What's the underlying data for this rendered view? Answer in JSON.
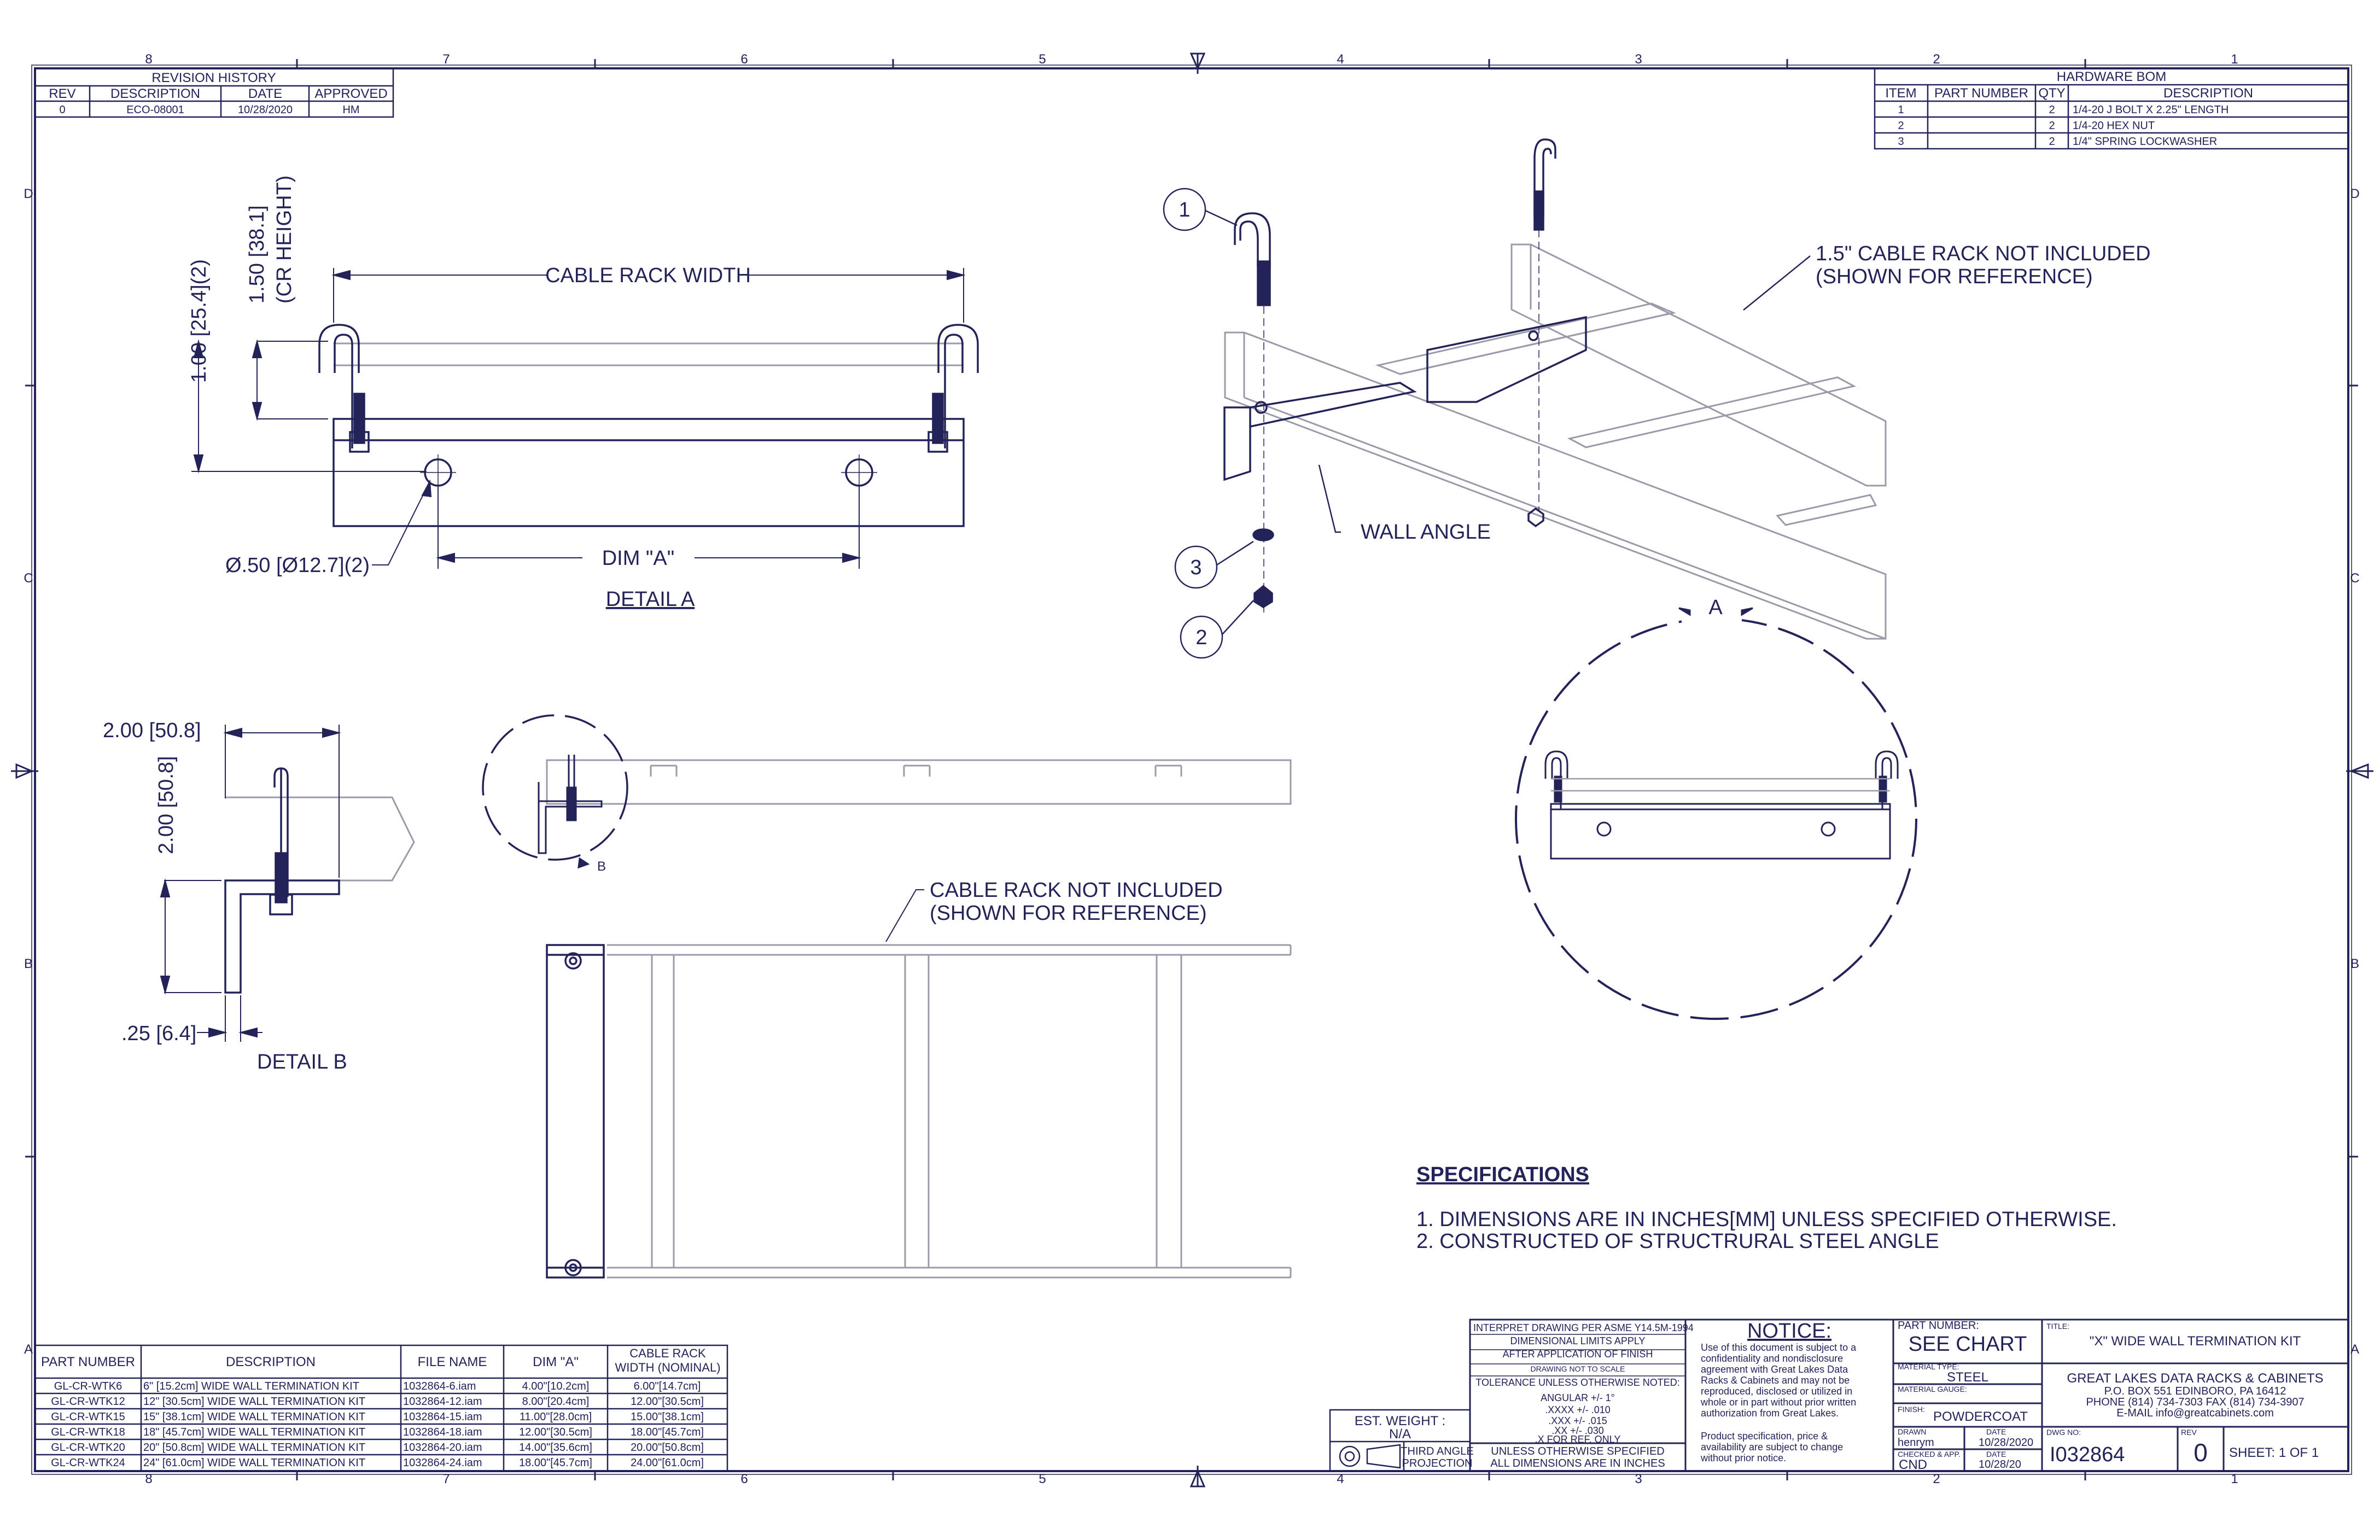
{
  "zones": {
    "columns": [
      "8",
      "7",
      "6",
      "5",
      "4",
      "3",
      "2",
      "1"
    ],
    "rows": [
      "D",
      "C",
      "B",
      "A"
    ]
  },
  "revision_history": {
    "title": "REVISION HISTORY",
    "headers": [
      "REV",
      "DESCRIPTION",
      "DATE",
      "APPROVED"
    ],
    "rows": [
      [
        "0",
        "ECO-08001",
        "10/28/2020",
        "HM"
      ]
    ]
  },
  "hardware_bom": {
    "title": "HARDWARE BOM",
    "headers": [
      "ITEM",
      "PART NUMBER",
      "QTY",
      "DESCRIPTION"
    ],
    "rows": [
      [
        "1",
        "",
        "2",
        "1/4-20 J BOLT X 2.25\" LENGTH"
      ],
      [
        "2",
        "",
        "2",
        "1/4-20 HEX NUT"
      ],
      [
        "3",
        "",
        "2",
        "1/4\" SPRING LOCKWASHER"
      ]
    ]
  },
  "detail_a": {
    "title": "DETAIL  A",
    "cable_rack_width": "CABLE RACK WIDTH",
    "dim_height_1": "1.50 [38.1]",
    "dim_height_2": "(CR HEIGHT)",
    "dim_1": "1.00 [25.4](2)",
    "hole_dim": "Ø.50 [Ø12.7](2)",
    "dim_a": "DIM \"A\""
  },
  "detail_b": {
    "title": "DETAIL  B",
    "dim_width": "2.00 [50.8]",
    "dim_height": "2.00 [50.8]",
    "dim_thick": ".25 [6.4]",
    "marker": "B"
  },
  "iso_view": {
    "callout_rack_1": "1.5\" CABLE RACK NOT INCLUDED",
    "callout_rack_2": "(SHOWN FOR REFERENCE)",
    "callout_wall_angle": "WALL ANGLE",
    "balloons": [
      "1",
      "3",
      "2"
    ],
    "detail_marker": "A"
  },
  "front_view": {
    "callout_1": "CABLE RACK NOT INCLUDED",
    "callout_2": "(SHOWN FOR REFERENCE)"
  },
  "specifications": {
    "title": "SPECIFICATIONS",
    "items": [
      "1. DIMENSIONS ARE IN INCHES[MM] UNLESS SPECIFIED OTHERWISE.",
      "2. CONSTRUCTED OF STRUCTRURAL STEEL ANGLE"
    ]
  },
  "part_table": {
    "headers": [
      "PART NUMBER",
      "DESCRIPTION",
      "FILE NAME",
      "DIM \"A\"",
      "CABLE RACK WIDTH (NOMINAL)"
    ],
    "rows": [
      [
        "GL-CR-WTK6",
        "6\" [15.2cm] WIDE WALL TERMINATION KIT",
        "1032864-6.iam",
        "4.00\"[10.2cm]",
        "6.00\"[14.7cm]"
      ],
      [
        "GL-CR-WTK12",
        "12\" [30.5cm] WIDE WALL TERMINATION KIT",
        "1032864-12.iam",
        "8.00\"[20.4cm]",
        "12.00\"[30.5cm]"
      ],
      [
        "GL-CR-WTK15",
        "15\" [38.1cm] WIDE WALL TERMINATION KIT",
        "1032864-15.iam",
        "11.00\"[28.0cm]",
        "15.00\"[38.1cm]"
      ],
      [
        "GL-CR-WTK18",
        "18\" [45.7cm] WIDE WALL TERMINATION KIT",
        "1032864-18.iam",
        "12.00\"[30.5cm]",
        "18.00\"[45.7cm]"
      ],
      [
        "GL-CR-WTK20",
        "20\" [50.8cm] WIDE WALL TERMINATION KIT",
        "1032864-20.iam",
        "14.00\"[35.6cm]",
        "20.00\"[50.8cm]"
      ],
      [
        "GL-CR-WTK24",
        "24\" [61.0cm] WIDE WALL TERMINATION KIT",
        "1032864-24.iam",
        "18.00\"[45.7cm]",
        "24.00\"[61.0cm]"
      ]
    ]
  },
  "weight": {
    "label": "EST. WEIGHT :",
    "value": "N/A"
  },
  "projection": {
    "line1": "THIRD ANGLE",
    "line2": "PROJECTION"
  },
  "tolerance": {
    "lines": [
      "INTERPRET DRAWING PER ASME Y14.5M-1994",
      "DIMENSIONAL LIMITS APPLY",
      "AFTER APPLICATION OF FINISH",
      "DRAWING NOT TO SCALE",
      "TOLERANCE UNLESS OTHERWISE NOTED:",
      "ANGULAR +/- 1°",
      ".XXXX +/- .010",
      ".XXX +/- .015",
      ".XX +/- .030",
      ".X FOR REF. ONLY"
    ],
    "footer": [
      "UNLESS OTHERWISE SPECIFIED",
      "ALL DIMENSIONS ARE IN INCHES"
    ]
  },
  "notice": {
    "title": "NOTICE:",
    "lines": [
      "Use of this document is subject to a",
      "confidentiality and nondisclosure",
      "agreement with Great Lakes Data",
      "Racks & Cabinets and may not be",
      "reproduced, disclosed or utilized in",
      "whole or in part without prior written",
      "authorization from Great Lakes."
    ],
    "lines2": [
      "Product specification, price &",
      "availability are subject to change",
      "without prior notice."
    ]
  },
  "title_block": {
    "part_number_label": "PART NUMBER:",
    "part_number": "SEE CHART",
    "material_type_label": "MATERIAL TYPE:",
    "material_type": "STEEL",
    "material_gauge_label": "MATERIAL GAUGE:",
    "finish_label": "FINISH:",
    "finish": "POWDERCOAT",
    "drawn_label": "DRAWN",
    "drawn_by": "henrym",
    "date_label": "DATE",
    "drawn_date": "10/28/2020",
    "checked_label": "CHECKED & APP.",
    "checked_by": "CND",
    "checked_date": "10/28/20",
    "title_label": "TITLE:",
    "title": "\"X\" WIDE WALL TERMINATION KIT",
    "company": "GREAT LAKES DATA RACKS & CABINETS",
    "address": "P.O. BOX 551 EDINBORO, PA 16412",
    "phone": "PHONE (814) 734-7303 FAX (814) 734-3907",
    "email": "E-MAIL info@greatcabinets.com",
    "dwg_label": "DWG NO:",
    "dwg_no": "I032864",
    "rev_label": "REV",
    "rev": "0",
    "sheet": "SHEET:  1  OF  1"
  }
}
